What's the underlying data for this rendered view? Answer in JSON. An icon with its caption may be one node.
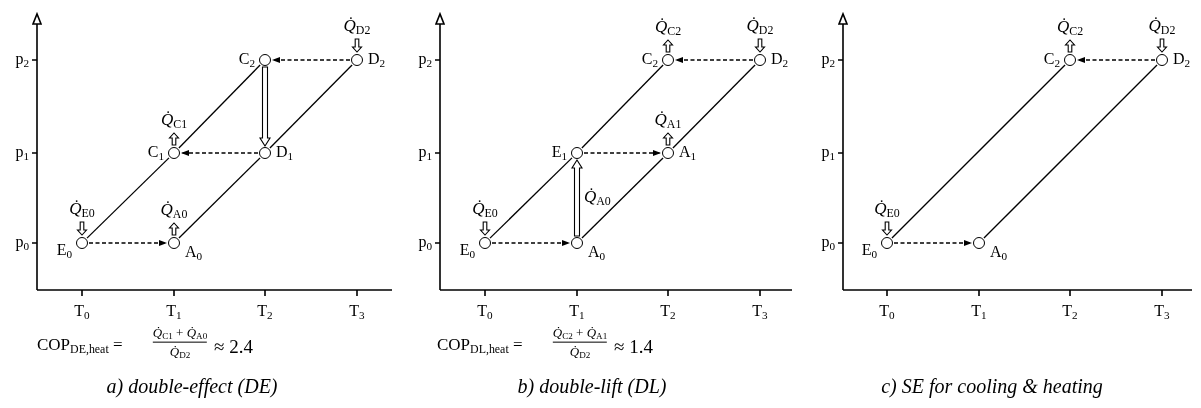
{
  "diagram": {
    "nodes": [
      {
        "text": [],
        "shape": "circle",
        "beside": [
          "E$_{0}$"
        ]
      },
      {
        "text": [],
        "shape": "circle",
        "beside": [
          "A$_{0}$"
        ]
      },
      {
        "text": [],
        "shape": "circle",
        "beside": [
          "C$_{1}$"
        ]
      },
      {
        "text": [],
        "shape": "circle",
        "beside": [
          "D$_{1}$"
        ]
      },
      {
        "text": [],
        "shape": "circle",
        "beside": [
          "C$_{2}$"
        ]
      },
      {
        "text": [],
        "shape": "circle",
        "beside": [
          "D$_{2}$"
        ]
      },
      {
        "text": [],
        "shape": "circle",
        "beside": [
          "E$_{0}$"
        ]
      },
      {
        "text": [],
        "shape": "circle",
        "beside": [
          "A$_{0}$"
        ]
      },
      {
        "text": [],
        "shape": "circle",
        "beside": [
          "E$_{1}$"
        ]
      },
      {
        "text": [],
        "shape": "circle",
        "beside": [
          "A$_{1}$"
        ]
      },
      {
        "text": [],
        "shape": "circle",
        "beside": [
          "C$_{2}$"
        ]
      },
      {
        "text": [],
        "shape": "circle",
        "beside": [
          "D$_{2}$"
        ]
      },
      {
        "text": [],
        "shape": "circle",
        "beside": [
          "E$_{0}$"
        ]
      },
      {
        "text": [],
        "shape": "circle",
        "beside": [
          "A$_{0}$"
        ]
      },
      {
        "text": [],
        "shape": "circle",
        "beside": [
          "C$_{2}$"
        ]
      },
      {
        "text": [],
        "shape": "circle",
        "beside": [
          "D$_{2}$"
        ]
      }
    ],
    "edges": [
      {
        "from": 0,
        "to": 2,
        "arrow": "none"
      },
      {
        "from": 2,
        "to": 4,
        "arrow": "none"
      },
      {
        "from": 1,
        "to": 3,
        "arrow": "none"
      },
      {
        "from": 3,
        "to": 5,
        "arrow": "none"
      },
      {
        "from": 0,
        "to": 1,
        "arrow": "to",
        "style": "dashed"
      },
      {
        "from": 3,
        "to": 2,
        "arrow": "to",
        "style": "dashed"
      },
      {
        "from": 5,
        "to": 4,
        "arrow": "to",
        "style": "dashed"
      },
      {
        "from": 4,
        "to": 3,
        "arrow": "to",
        "style": "thick"
      },
      {
        "from": null,
        "to": 0,
        "arrow": "to",
        "style": "thick",
        "label": "*Q̇*$_{E0}$"
      },
      {
        "from": 2,
        "to": null,
        "arrow": "to",
        "style": "thick",
        "label": "*Q̇*$_{C1}$"
      },
      {
        "from": 1,
        "to": null,
        "arrow": "to",
        "style": "thick",
        "label": "*Q̇*$_{A0}$"
      },
      {
        "from": null,
        "to": 5,
        "arrow": "to",
        "style": "thick",
        "label": "*Q̇*$_{D2}$"
      },
      {
        "from": 6,
        "to": 8,
        "arrow": "none"
      },
      {
        "from": 8,
        "to": 10,
        "arrow": "none"
      },
      {
        "from": 7,
        "to": 9,
        "arrow": "none"
      },
      {
        "from": 9,
        "to": 11,
        "arrow": "none"
      },
      {
        "from": 6,
        "to": 7,
        "arrow": "to",
        "style": "dashed"
      },
      {
        "from": 8,
        "to": 9,
        "arrow": "to",
        "style": "dashed"
      },
      {
        "from": 11,
        "to": 10,
        "arrow": "to",
        "style": "dashed"
      },
      {
        "from": 7,
        "to": 8,
        "arrow": "to",
        "style": "thick",
        "label": "*Q̇*$_{A0}$"
      },
      {
        "from": null,
        "to": 6,
        "arrow": "to",
        "style": "thick",
        "label": "*Q̇*$_{E0}$"
      },
      {
        "from": 10,
        "to": null,
        "arrow": "to",
        "style": "thick",
        "label": "*Q̇*$_{C2}$"
      },
      {
        "from": 9,
        "to": null,
        "arrow": "to",
        "style": "thick",
        "label": "*Q̇*$_{A1}$"
      },
      {
        "from": null,
        "to": 11,
        "arrow": "to",
        "style": "thick",
        "label": "*Q̇*$_{D2}$"
      },
      {
        "from": 12,
        "to": 14,
        "arrow": "none"
      },
      {
        "from": 13,
        "to": 15,
        "arrow": "none"
      },
      {
        "from": 12,
        "to": 13,
        "arrow": "to",
        "style": "dashed"
      },
      {
        "from": 15,
        "to": 14,
        "arrow": "to",
        "style": "dashed"
      },
      {
        "from": null,
        "to": 12,
        "arrow": "to",
        "style": "thick",
        "label": "*Q̇*$_{E0}$"
      },
      {
        "from": 14,
        "to": null,
        "arrow": "to",
        "style": "thick",
        "label": "*Q̇*$_{C2}$"
      },
      {
        "from": null,
        "to": 15,
        "arrow": "to",
        "style": "thick",
        "label": "*Q̇*$_{D2}$"
      }
    ],
    "labels": [
      "p$_{2}$",
      "p$_{1}$",
      "p$_{0}$",
      "T$_{0}$",
      "T$_{1}$",
      "T$_{2}$",
      "T$_{3}$",
      "COP$_{DE,heat}$ =",
      "*Q̇*$_{C1}$ + *Q̇*$_{A0}$",
      "*Q̇*$_{D2}$",
      "≈ 2.4",
      "a) double-effect (DE)",
      "p$_{2}$",
      "p$_{1}$",
      "p$_{0}$",
      "T$_{0}$",
      "T$_{1}$",
      "T$_{2}$",
      "T$_{3}$",
      "COP$_{DL,heat}$ =",
      "*Q̇*$_{C2}$ + *Q̇*$_{A1}$",
      "*Q̇*$_{D2}$",
      "≈ 1.4",
      "b) double-lift (DL)",
      "p$_{2}$",
      "p$_{1}$",
      "p$_{0}$",
      "T$_{0}$",
      "T$_{1}$",
      "T$_{2}$",
      "T$_{3}$",
      "c) SE for cooling & heating"
    ]
  }
}
